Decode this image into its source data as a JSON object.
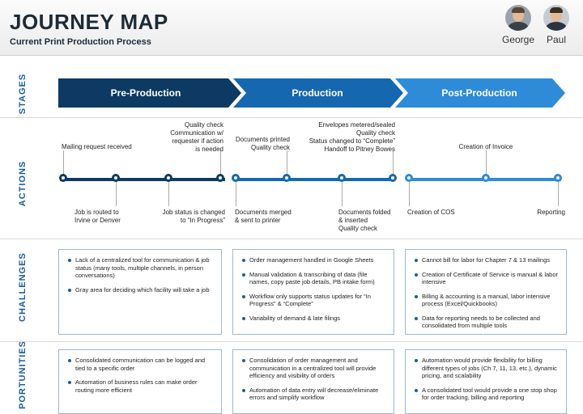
{
  "header": {
    "title": "JOURNEY MAP",
    "subtitle": "Current Print Production Process"
  },
  "people": [
    {
      "name": "George"
    },
    {
      "name": "Paul"
    }
  ],
  "rows": {
    "stages": "STAGES",
    "actions": "ACTIONS",
    "challenges": "CHALLENGES",
    "opportunities": "PORTUNITIES"
  },
  "stages": [
    {
      "label": "Pre-Production",
      "color": "#0d3a63"
    },
    {
      "label": "Production",
      "color": "#1568b0"
    },
    {
      "label": "Post-Production",
      "color": "#2e8bd8"
    }
  ],
  "actions": {
    "pre": {
      "top1": "Mailing request received",
      "top2": [
        "Quality check",
        "Communication w/",
        "requester if action",
        "is needed"
      ],
      "bottom1": [
        "Job is routed to",
        "Irvine or Denver"
      ],
      "bottom2": [
        "Job status is changed",
        "to “In Progress”"
      ]
    },
    "prod": {
      "top1": [
        "Documents printed",
        "Quality check"
      ],
      "top2": [
        "Envelopes metered/sealed",
        "Quality check",
        "Status changed to “Complete”",
        "Handoff to Pitney Bowes"
      ],
      "bottom1": [
        "Documents merged",
        "& sent to printer"
      ],
      "bottom2": [
        "Documents folded",
        "& inserted",
        "Quality check"
      ]
    },
    "post": {
      "top1": "Creation of Invoice",
      "bottom1": "Creation of COS",
      "bottom2": "Reporting"
    }
  },
  "challenges": [
    [
      "Lack of a centralized tool for communication & job status (many tools, multiple channels, in person conversations)",
      "Gray area for deciding which facility will take a job"
    ],
    [
      "Order management handled in Google Sheets",
      "Manual validation & transcribing of data (file names, copy paste job details, PB intake form)",
      "Workflow only supports status updates for “In Progress” & “Complete”",
      "Variability of demand & late filings"
    ],
    [
      "Cannot bill for labor for Chapter 7 & 13 mailings",
      "Creation of Certificate of Service is manual & labor intensive",
      "Billing & accounting is a manual, labor intensive process (Excel/Quickbooks)",
      "Data for reporting needs to be collected and consolidated from multiple tools"
    ]
  ],
  "opportunities": [
    [
      "Consolidated communication can be logged and tied to a specific order",
      "Automation of business rules can make order routing more efficient"
    ],
    [
      "Consolidation of order management and communication in a centralized tool will provide efficiency and visibility of orders",
      "Automation of data entry will decrease/eliminate errors and simplify workflow"
    ],
    [
      "Automation would provide flexibility for billing different types of jobs (Ch 7, 11, 13, etc.), dynamic pricing, and scalability",
      "A consolidated tool would provide a one stop shop for order tracking, billing and reporting"
    ]
  ]
}
